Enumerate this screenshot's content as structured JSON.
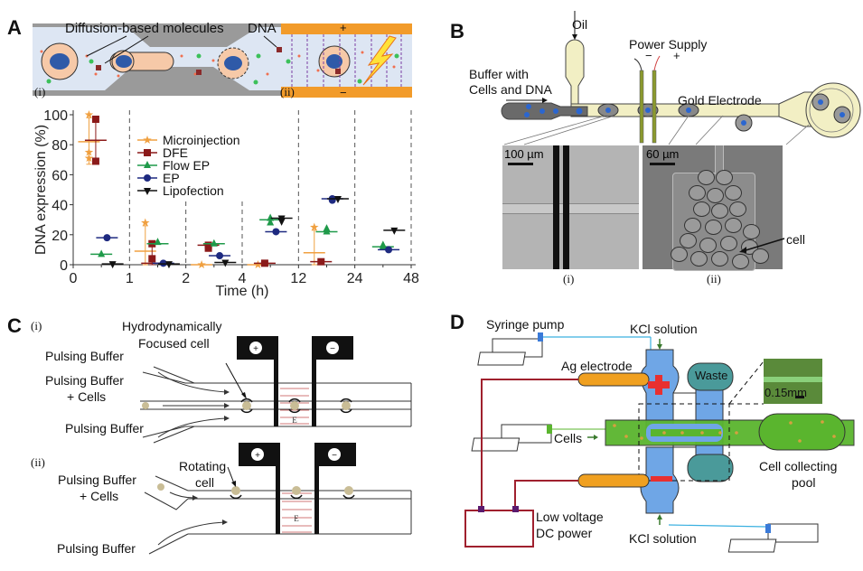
{
  "panels": {
    "A": {
      "letter": "A",
      "schematic": {
        "label_diffusion": "Diffusion-based molecules",
        "label_dna": "DNA",
        "label_plus": "+",
        "label_minus": "−",
        "sub_i": "(i)",
        "sub_ii": "(ii)",
        "colors": {
          "channel": "#dde6f3",
          "wall": "#9a9a9a",
          "electrode": "#f29b2a",
          "cell": "#f6c9a8",
          "nucleus": "#2f5aa8",
          "field": "#7a3fa3"
        }
      }
    },
    "B": {
      "letter": "B",
      "label_oil": "Oil",
      "label_power": "Power Supply",
      "label_minus": "−",
      "label_plus": "+",
      "label_buffer_line1": "Buffer with",
      "label_buffer_line2": "Cells and DNA",
      "label_electrode": "Gold Electrode",
      "micrograph_i_scale": "100 µm",
      "micrograph_ii_scale": "60 µm",
      "label_cell": "cell",
      "sub_i": "(i)",
      "sub_ii": "(ii)",
      "colors": {
        "channel": "#f2efc4",
        "electrode": "#8b9a2e",
        "inlet": "#666666"
      }
    },
    "C": {
      "letter": "C",
      "i": {
        "sub": "(i)",
        "label_focused_line1": "Hydrodynamically",
        "label_focused_line2": "Focused cell",
        "label_buffer_top": "Pulsing Buffer",
        "label_buffer_cells_line1": "Pulsing Buffer",
        "label_buffer_cells_line2": "+ Cells",
        "label_buffer_bottom": "Pulsing Buffer",
        "field_label": "E",
        "electrode_plus": "+",
        "electrode_minus": "−"
      },
      "ii": {
        "sub": "(ii)",
        "label_rotating_line1": "Rotating",
        "label_rotating_line2": "cell",
        "label_buffer_cells_line1": "Pulsing Buffer",
        "label_buffer_cells_line2": "+ Cells",
        "label_buffer_bottom": "Pulsing Buffer",
        "field_label": "E",
        "electrode_plus": "+",
        "electrode_minus": "−"
      }
    },
    "D": {
      "letter": "D",
      "label_syringe": "Syringe pump",
      "label_kcl_top": "KCl solution",
      "label_ag": "Ag electrode",
      "label_waste": "Waste",
      "label_scale": "0.15mm",
      "label_cells": "Cells",
      "label_pool_line1": "Cell collecting",
      "label_pool_line2": "pool",
      "label_power_line1": "Low voltage",
      "label_power_line2": "DC power",
      "label_kcl_bottom": "KCl solution",
      "colors": {
        "kcl": "#6fa6e6",
        "green": "#5ab52e",
        "waste": "#4a9a9a",
        "electrode": "#f0a020",
        "wire": "#a0202e"
      }
    }
  },
  "chart_data": {
    "type": "scatter",
    "title": "",
    "xlabel": "Time (h)",
    "ylabel": "DNA expression (%)",
    "ylim": [
      0,
      100
    ],
    "yticks": [
      0,
      20,
      40,
      60,
      80,
      100
    ],
    "x_segments": [
      "0",
      "1",
      "2",
      "4",
      "12",
      "24",
      "48"
    ],
    "x_note": "piecewise axis; dashed vertical separators at 1, 2, 4, 12, 24, 48",
    "legend_position": "upper-middle",
    "legend": [
      "Microinjection",
      "DFE",
      "Flow EP",
      "EP",
      "Lipofection"
    ],
    "series": [
      {
        "name": "Microinjection",
        "color": "#f0a040",
        "marker": "star",
        "points": [
          {
            "segment": "0-1",
            "mean": 82,
            "points": [
              100,
              75,
              71
            ],
            "err": [
              67,
              98
            ]
          },
          {
            "segment": "1-2",
            "mean": 9,
            "points": [
              28
            ],
            "err": [
              0,
              26
            ]
          },
          {
            "segment": "2-4",
            "mean": 0,
            "points": [],
            "err": null
          },
          {
            "segment": "4-12",
            "mean": 0,
            "points": [],
            "err": null
          },
          {
            "segment": "12-24",
            "mean": 8,
            "points": [
              25
            ],
            "err": [
              0,
              23
            ]
          }
        ]
      },
      {
        "name": "DFE",
        "color": "#8b1a1a",
        "marker": "square",
        "points": [
          {
            "segment": "0-1",
            "mean": 83,
            "points": [
              97,
              69
            ],
            "err": [
              69,
              97
            ]
          },
          {
            "segment": "1-2",
            "mean": 1,
            "points": [
              14,
              4
            ],
            "err": [
              0,
              14
            ]
          },
          {
            "segment": "2-4",
            "mean": 13,
            "points": [
              13,
              11
            ],
            "err": null
          },
          {
            "segment": "4-12",
            "mean": 1,
            "points": [
              1
            ],
            "err": null
          },
          {
            "segment": "12-24",
            "mean": 2,
            "points": [
              2
            ],
            "err": null
          }
        ]
      },
      {
        "name": "Flow EP",
        "color": "#1f9a4a",
        "marker": "triangle",
        "points": [
          {
            "segment": "0-1",
            "mean": 7,
            "points": [
              7
            ]
          },
          {
            "segment": "1-2",
            "mean": 14,
            "points": [
              15
            ]
          },
          {
            "segment": "2-4",
            "mean": 14,
            "points": [
              14
            ]
          },
          {
            "segment": "4-12",
            "mean": 30,
            "points": [
              31,
              28
            ]
          },
          {
            "segment": "12-24",
            "mean": 22,
            "points": [
              24,
              22
            ]
          },
          {
            "segment": "24-48",
            "mean": 12,
            "points": [
              13,
              12
            ]
          }
        ]
      },
      {
        "name": "EP",
        "color": "#1e2a80",
        "marker": "circle",
        "points": [
          {
            "segment": "0-1",
            "mean": 18,
            "points": [
              18
            ]
          },
          {
            "segment": "1-2",
            "mean": 1,
            "points": [
              1
            ]
          },
          {
            "segment": "2-4",
            "mean": 6,
            "points": [
              6
            ]
          },
          {
            "segment": "4-12",
            "mean": 22,
            "points": [
              22
            ]
          },
          {
            "segment": "12-24",
            "mean": 44,
            "points": [
              44,
              43
            ]
          },
          {
            "segment": "24-48",
            "mean": 10,
            "points": [
              10
            ]
          }
        ]
      },
      {
        "name": "Lipofection",
        "color": "#111111",
        "marker": "triangle-down",
        "points": [
          {
            "segment": "0-1",
            "mean": 0.5,
            "points": [
              0.5
            ]
          },
          {
            "segment": "1-2",
            "mean": 0.5,
            "points": [
              0.5
            ]
          },
          {
            "segment": "2-4",
            "mean": 1.5,
            "points": [
              1.5
            ]
          },
          {
            "segment": "4-12",
            "mean": 31,
            "points": [
              31,
              29
            ]
          },
          {
            "segment": "12-24",
            "mean": 44,
            "points": [
              44
            ]
          },
          {
            "segment": "24-48",
            "mean": 23,
            "points": [
              23
            ]
          }
        ]
      }
    ]
  }
}
